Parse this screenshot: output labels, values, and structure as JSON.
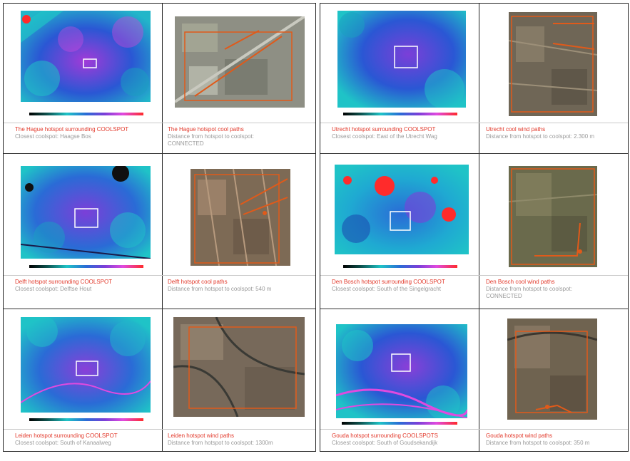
{
  "colors": {
    "caption_title": "#e2382a",
    "caption_sub": "#9a9a9a",
    "selection_box": "#ffffff",
    "path_overlay": "#e05a1a"
  },
  "cities": [
    {
      "hotspot_title": "The Hague hotspot surrounding COOLSPOT",
      "hotspot_sub": "Closest coolspot: Haagse Bos",
      "path_title": "The Hague hotspot cool paths",
      "path_sub": [
        "Distance from hotspot to coolspot:",
        "CONNECTED"
      ]
    },
    {
      "hotspot_title": "Delft hotspot surrounding COOLSPOT",
      "hotspot_sub": "Closest coolspot: Delftse Hout",
      "path_title": "Delft hotspot cool paths",
      "path_sub": [
        "Distance from hotspot to coolspot: 540 m"
      ]
    },
    {
      "hotspot_title": "Leiden hotspot surrounding COOLSPOT",
      "hotspot_sub": "Closest coolspot: South of Kanaalweg",
      "path_title": "Leiden hotspot wind paths",
      "path_sub": [
        "Distance from hotspot to coolspot: 1300m"
      ]
    },
    {
      "hotspot_title": "Utrecht hotspot surrounding COOLSPOT",
      "hotspot_sub": "Closest coolspot: East of the Utrecht Wag",
      "path_title": "Utrecht cool wind paths",
      "path_sub": [
        "Distance from hotspot to coolspot: 2.300 m"
      ]
    },
    {
      "hotspot_title": "Den Bosch hotspot surrounding COOLSPOT",
      "hotspot_sub": "Closest coolspot: South of the Singelgracht",
      "path_title": "Den Bosch cool wind paths",
      "path_sub": [
        "Distance from hotspot to coolspot:",
        "CONNECTED"
      ]
    },
    {
      "hotspot_title": "Gouda hotspot surrounding COOLSPOTS",
      "hotspot_sub": "Closest coolspot: South of Goudsekandijk",
      "path_title": "Gouda hotspot wind paths",
      "path_sub": [
        "Distance from hotspot to coolspot: 350 m"
      ]
    }
  ]
}
